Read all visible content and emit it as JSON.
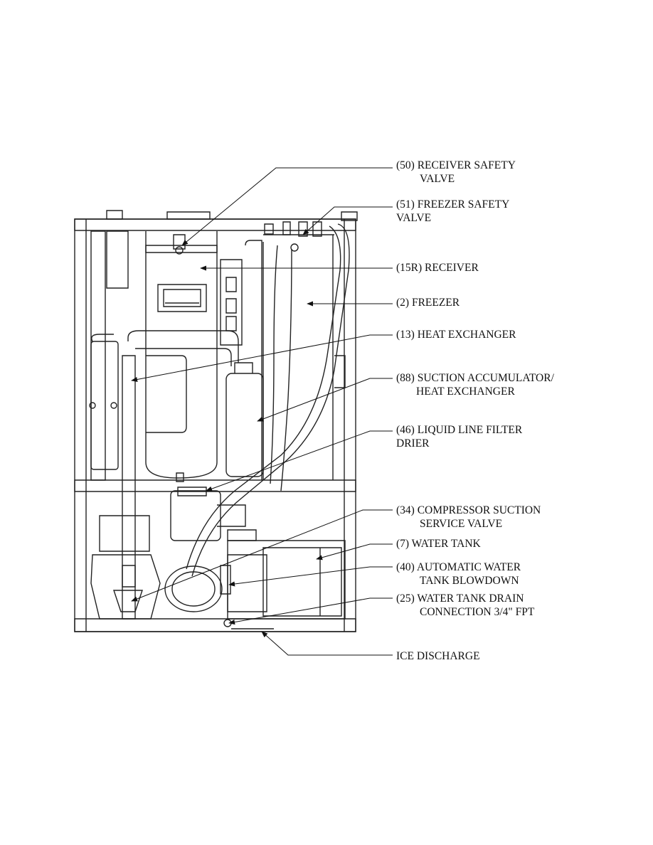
{
  "labels": {
    "receiver_safety_valve": {
      "line1": "(50) RECEIVER SAFETY",
      "line2": "VALVE"
    },
    "freezer_safety_valve": {
      "line1": "(51) FREEZER SAFETY",
      "line2": "VALVE"
    },
    "receiver": "(15R) RECEIVER",
    "freezer": "(2) FREEZER",
    "heat_exchanger": "(13) HEAT  EXCHANGER",
    "suction_accumulator": {
      "line1": "(88) SUCTION ACCUMULATOR/",
      "line2": "HEAT EXCHANGER"
    },
    "liquid_line_filter": {
      "line1": "(46) LIQUID LINE FILTER",
      "line2": "DRIER"
    },
    "compressor_suction": {
      "line1": "(34) COMPRESSOR SUCTION",
      "line2": "SERVICE VALVE"
    },
    "water_tank": "(7) WATER TANK",
    "automatic_blowdown": {
      "line1": "(40) AUTOMATIC WATER",
      "line2": "TANK BLOWDOWN"
    },
    "water_tank_drain": {
      "line1": "(25) WATER TANK DRAIN",
      "line2": "CONNECTION 3/4\" FPT"
    },
    "ice_discharge": "ICE DISCHARGE"
  }
}
